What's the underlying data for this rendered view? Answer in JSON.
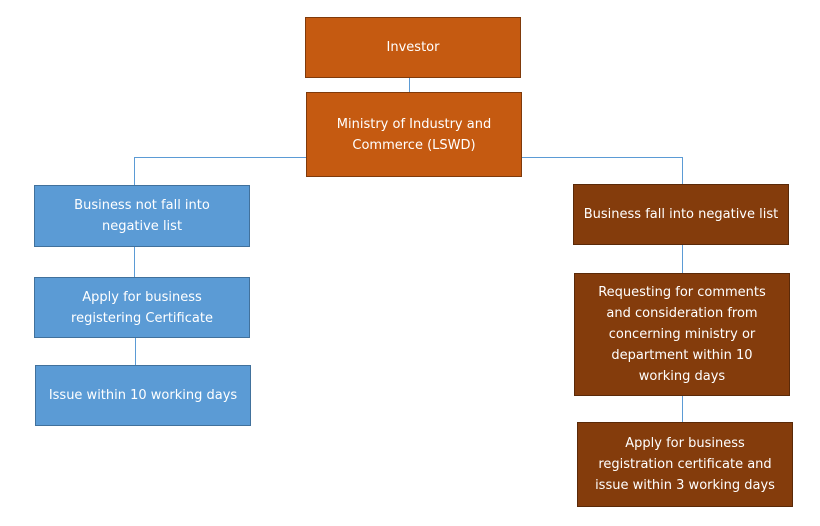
{
  "nodes": {
    "investor": "Investor",
    "ministry": "Ministry of Industry and\nCommerce (LSWD)",
    "not_negative": "Business not fall into\nnegative list",
    "apply_cert": "Apply for business\nregistering Certificate",
    "issue_10": "Issue within 10 working days",
    "negative": "Business fall into negative list",
    "requesting": "Requesting for comments\nand consideration from\nconcerning ministry or\ndepartment within 10\nworking days",
    "apply_issue_3": "Apply for business\nregistration certificate and\nissue within 3 working days"
  },
  "colors": {
    "top_nodes": "#c55a11",
    "left_branch": "#5b9bd5",
    "right_branch": "#843c0c",
    "connector": "#5b9bd5"
  }
}
